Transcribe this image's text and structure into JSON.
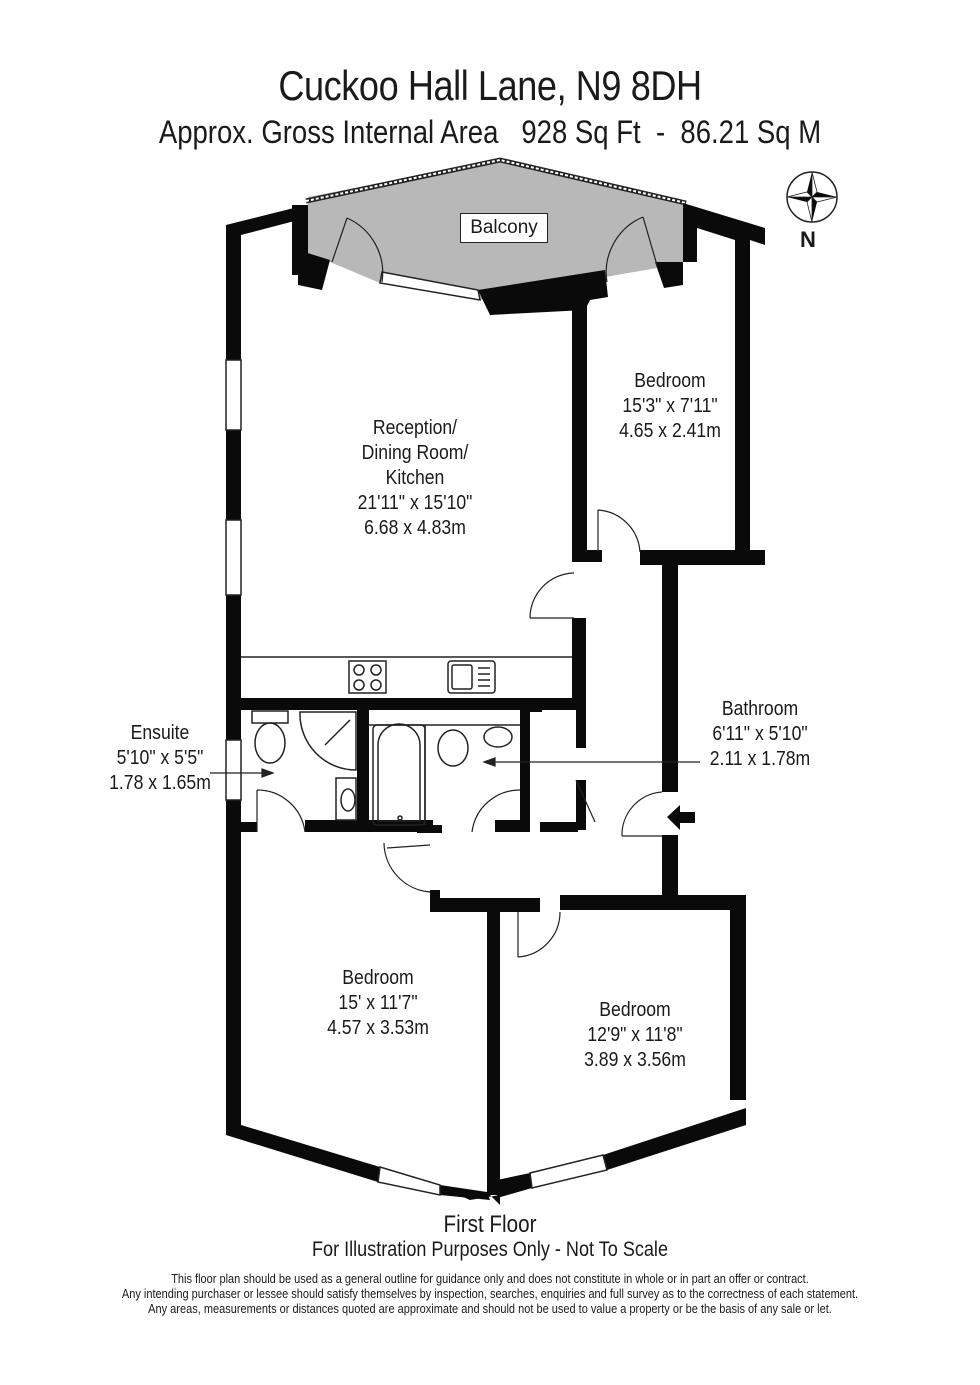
{
  "header": {
    "address": "Cuckoo Hall Lane, N9 8DH",
    "area": "Approx. Gross Internal Area   928 Sq Ft  -  86.21 Sq M"
  },
  "compass": {
    "icon": "compass-rose-icon",
    "label": "N"
  },
  "rooms": [
    {
      "name": "Balcony"
    },
    {
      "name": "Reception/",
      "name2": "Dining Room/",
      "name3": "Kitchen",
      "imperial": "21'11\" x 15'10\"",
      "metric": "6.68 x 4.83m"
    },
    {
      "name": "Bedroom",
      "imperial": "15'3\" x 7'11\"",
      "metric": "4.65 x 2.41m"
    },
    {
      "name": "Ensuite",
      "imperial": "5'10\" x 5'5\"",
      "metric": "1.78 x 1.65m"
    },
    {
      "name": "Bathroom",
      "imperial": "6'11\" x 5'10\"",
      "metric": "2.11 x 1.78m"
    },
    {
      "name": "Bedroom",
      "imperial": "15' x 11'7\"",
      "metric": "4.57 x 3.53m"
    },
    {
      "name": "Bedroom",
      "imperial": "12'9\" x 11'8\"",
      "metric": "3.89 x 3.56m"
    }
  ],
  "fixtures": [
    "hob-icon",
    "sink-icon",
    "toilet-icon",
    "shower-icon",
    "basin-icon",
    "bath-icon",
    "entrance-arrow-icon"
  ],
  "footer": {
    "floor": "First Floor",
    "note": "For Illustration Purposes Only - Not To Scale",
    "disclaimer": [
      "This floor plan should be used as a general outline for guidance only and does not constitute in whole or in part an offer or contract.",
      "Any intending purchaser or lessee should satisfy themselves by inspection, searches, enquiries and full survey as to the correctness of each statement.",
      "Any areas, measurements or distances quoted are approximate and should not be used to value a property or be the basis of any sale or let."
    ]
  },
  "colors": {
    "wall": "#0a0a0a",
    "balcony_fill": "#b8b8b8",
    "background": "#ffffff"
  }
}
